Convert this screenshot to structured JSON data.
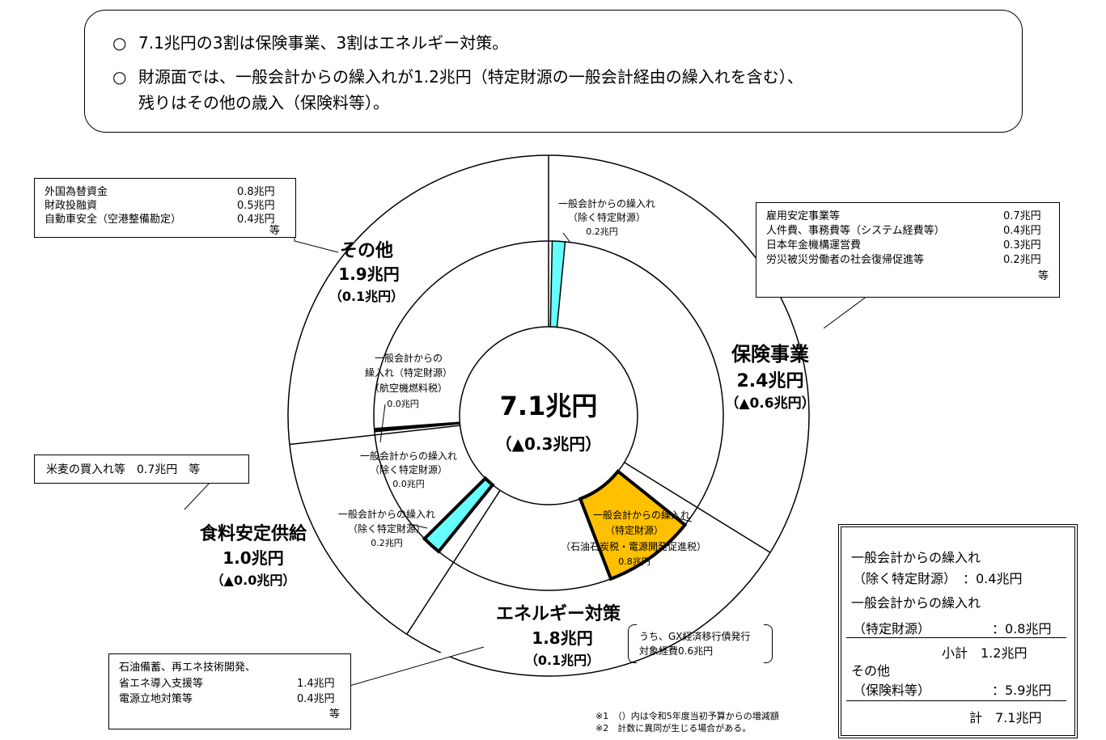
{
  "summary": {
    "marker": "○",
    "line1": "7.1兆円の3割は保険事業、3割はエネルギー対策。",
    "line2": "財源面では、一般会計からの繰入れが1.2兆円（特定財源の一般会計経由の繰入れを含む）、",
    "line3": "残りはその他の歳入（保険料等）。"
  },
  "chart_data": {
    "type": "pie",
    "title": "",
    "center": {
      "total": "7.1兆円",
      "change": "（▲0.3兆円）"
    },
    "outer_ring": [
      {
        "name": "保険事業",
        "value": 2.4,
        "value_label": "2.4兆円",
        "change": "（▲0.6兆円）"
      },
      {
        "name": "エネルギー対策",
        "value": 1.8,
        "value_label": "1.8兆円",
        "change": "（0.1兆円）"
      },
      {
        "name": "食料安定供給",
        "value": 1.0,
        "value_label": "1.0兆円",
        "change": "（▲0.0兆円）"
      },
      {
        "name": "その他",
        "value": 1.9,
        "value_label": "1.9兆円",
        "change": "（0.1兆円）"
      }
    ],
    "inner_ring_highlights": [
      {
        "segment": "保険事業",
        "label": "一般会計からの繰入れ（除く特定財源）",
        "value": 0.2,
        "color": "#66ffff"
      },
      {
        "segment": "エネルギー対策",
        "label": "一般会計からの繰入れ（特定財源）（石油石炭税・電源開発促進税）",
        "value": 0.8,
        "color": "#ffc000"
      },
      {
        "segment": "食料安定供給",
        "label": "一般会計からの繰入れ（除く特定財源）",
        "value": 0.2,
        "color": "#66ffff"
      },
      {
        "segment": "その他",
        "label": "一般会計からの繰入れ（除く特定財源）",
        "value": 0.0,
        "color": "#66ffff"
      },
      {
        "segment": "その他",
        "label": "一般会計からの繰入れ（特定財源）（航空機燃料税）",
        "value": 0.0,
        "color": "#000000"
      }
    ]
  },
  "labels": {
    "hoken": {
      "name": "保険事業",
      "value": "2.4兆円",
      "change": "（▲0.6兆円）"
    },
    "energy": {
      "name": "エネルギー対策",
      "value": "1.8兆円",
      "change": "（0.1兆円）"
    },
    "food": {
      "name": "食料安定供給",
      "value": "1.0兆円",
      "change": "（▲0.0兆円）"
    },
    "other": {
      "name": "その他",
      "value": "1.9兆円",
      "change": "（0.1兆円）"
    },
    "center_total": "7.1兆円",
    "center_change": "（▲0.3兆円）"
  },
  "inner_labels": {
    "hoken": {
      "l1": "一般会計からの繰入れ",
      "l2": "（除く特定財源）",
      "l3": "0.2兆円"
    },
    "energy": {
      "l1": "一般会計からの繰入れ",
      "l2": "（特定財源）",
      "l3": "（石油石炭税・電源開発促進税）",
      "l4": "0.8兆円"
    },
    "food": {
      "l1": "一般会計からの繰入れ",
      "l2": "（除く特定財源）",
      "l3": "0.2兆円"
    },
    "other_general": {
      "l1": "一般会計からの繰入れ",
      "l2": "（除く特定財源）",
      "l3": "0.0兆円"
    },
    "other_special": {
      "l1": "一般会計からの",
      "l2": "繰入れ（特定財源）",
      "l3": "（航空機燃料税）",
      "l4": "0.0兆円"
    }
  },
  "callouts": {
    "other": {
      "rows": [
        {
          "name": "外国為替資金",
          "value": "0.8兆円"
        },
        {
          "name": "財政投融資",
          "value": "0.5兆円"
        },
        {
          "name": "自動車安全（空港整備勘定）",
          "value": "0.4兆円"
        }
      ],
      "etc": "等"
    },
    "hoken": {
      "rows": [
        {
          "name": "雇用安定事業等",
          "value": "0.7兆円"
        },
        {
          "name": "人件費、事務費等（システム経費等）",
          "value": "0.4兆円"
        },
        {
          "name": "日本年金機構運営費",
          "value": "0.3兆円"
        },
        {
          "name": "労災被災労働者の社会復帰促進等",
          "value": "0.2兆円"
        }
      ],
      "etc": "等"
    },
    "food": {
      "text": "米麦の買入れ等　0.7兆円　等"
    },
    "energy": {
      "rows": [
        {
          "name": "石油備蓄、再エネ技術開発、",
          "value": ""
        },
        {
          "name": "省エネ導入支援等",
          "value": "1.4兆円"
        },
        {
          "name": "電源立地対策等",
          "value": "0.4兆円"
        }
      ],
      "etc": "等"
    },
    "gx": {
      "l1": "うち、GX経済移行債発行",
      "l2": "対象経費0.6兆円"
    }
  },
  "legend": {
    "r1": "一般会計からの繰入れ",
    "r2": "（除く特定財源）　：0.4兆円",
    "r3": "一般会計からの繰入れ",
    "r4a": "（特定財源）",
    "r4b": "：0.8兆円",
    "r5": "小計　1.2兆円",
    "r6": "その他",
    "r7a": "（保険料等）",
    "r7b": "：5.9兆円",
    "r8": "計　7.1兆円"
  },
  "notes": {
    "n1": "※1　（）内は令和5年度当初予算からの増減額",
    "n2": "※2　計数に異同が生じる場合がある。"
  },
  "colors": {
    "cyan": "#66ffff",
    "orange": "#ffc000"
  }
}
